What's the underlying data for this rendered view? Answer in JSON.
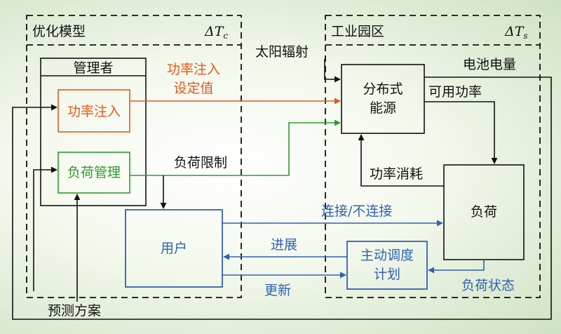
{
  "regions": {
    "optimization": {
      "title": "优化模型",
      "dt_symbol": "ΔT",
      "dt_sub": "c"
    },
    "industrial": {
      "title": "工业园区",
      "dt_symbol": "ΔT",
      "dt_sub": "s"
    }
  },
  "boxes": {
    "manager": "管理者",
    "power_injection": "功率注入",
    "load_management": "负荷管理",
    "user": "用户",
    "distributed_energy_line1": "分布式",
    "distributed_energy_line2": "能源",
    "load": "负荷",
    "scheduling_line1": "主动调度",
    "scheduling_line2": "计划"
  },
  "labels": {
    "power_setpoint_line1": "功率注入",
    "power_setpoint_line2": "设定值",
    "solar_radiation": "太阳辐射",
    "battery_level": "电池电量",
    "available_power": "可用功率",
    "power_consumption": "功率消耗",
    "load_limit": "负荷限制",
    "connect_disconnect": "连接/不连接",
    "progress": "进展",
    "update": "更新",
    "load_status": "负荷状态",
    "forecast_scheme": "预测方案"
  },
  "colors": {
    "orange": "#e35a1c",
    "green": "#2d9b2d",
    "blue": "#2f62b5",
    "black": "#111111"
  }
}
